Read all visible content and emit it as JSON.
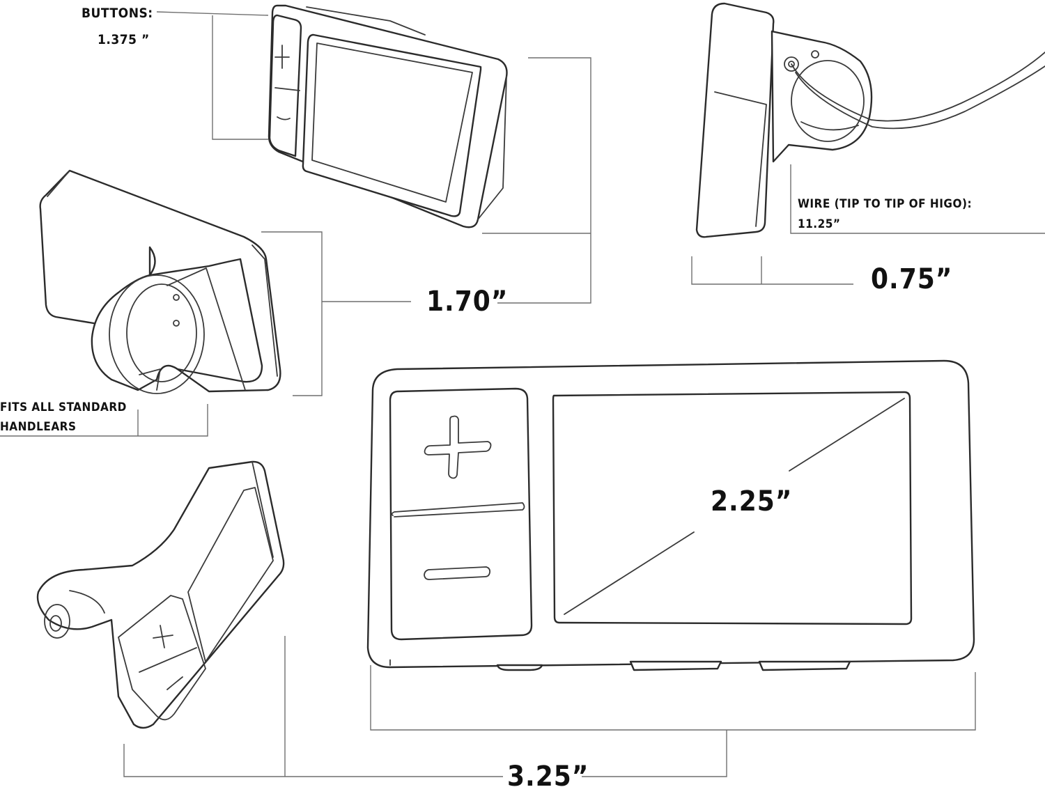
{
  "annotations": {
    "buttons_label": "BUTTONS:",
    "buttons_value": "1.375 ”",
    "wire_label": "WIRE (TIP TO TIP OF HIGO):",
    "wire_value": "11.25”",
    "depth_value": "0.75”",
    "height_value": "1.70”",
    "fits_line1": "FITS ALL STANDARD",
    "fits_line2": "HANDLEARS",
    "screen_diagonal": "2.25”",
    "width_value": "3.25”"
  },
  "icons": [
    "plus-icon",
    "minus-icon"
  ],
  "colors": {
    "outline": "#2b2b2b",
    "dimension_line": "#6f6f6f",
    "text": "#111111",
    "background": "#ffffff"
  }
}
